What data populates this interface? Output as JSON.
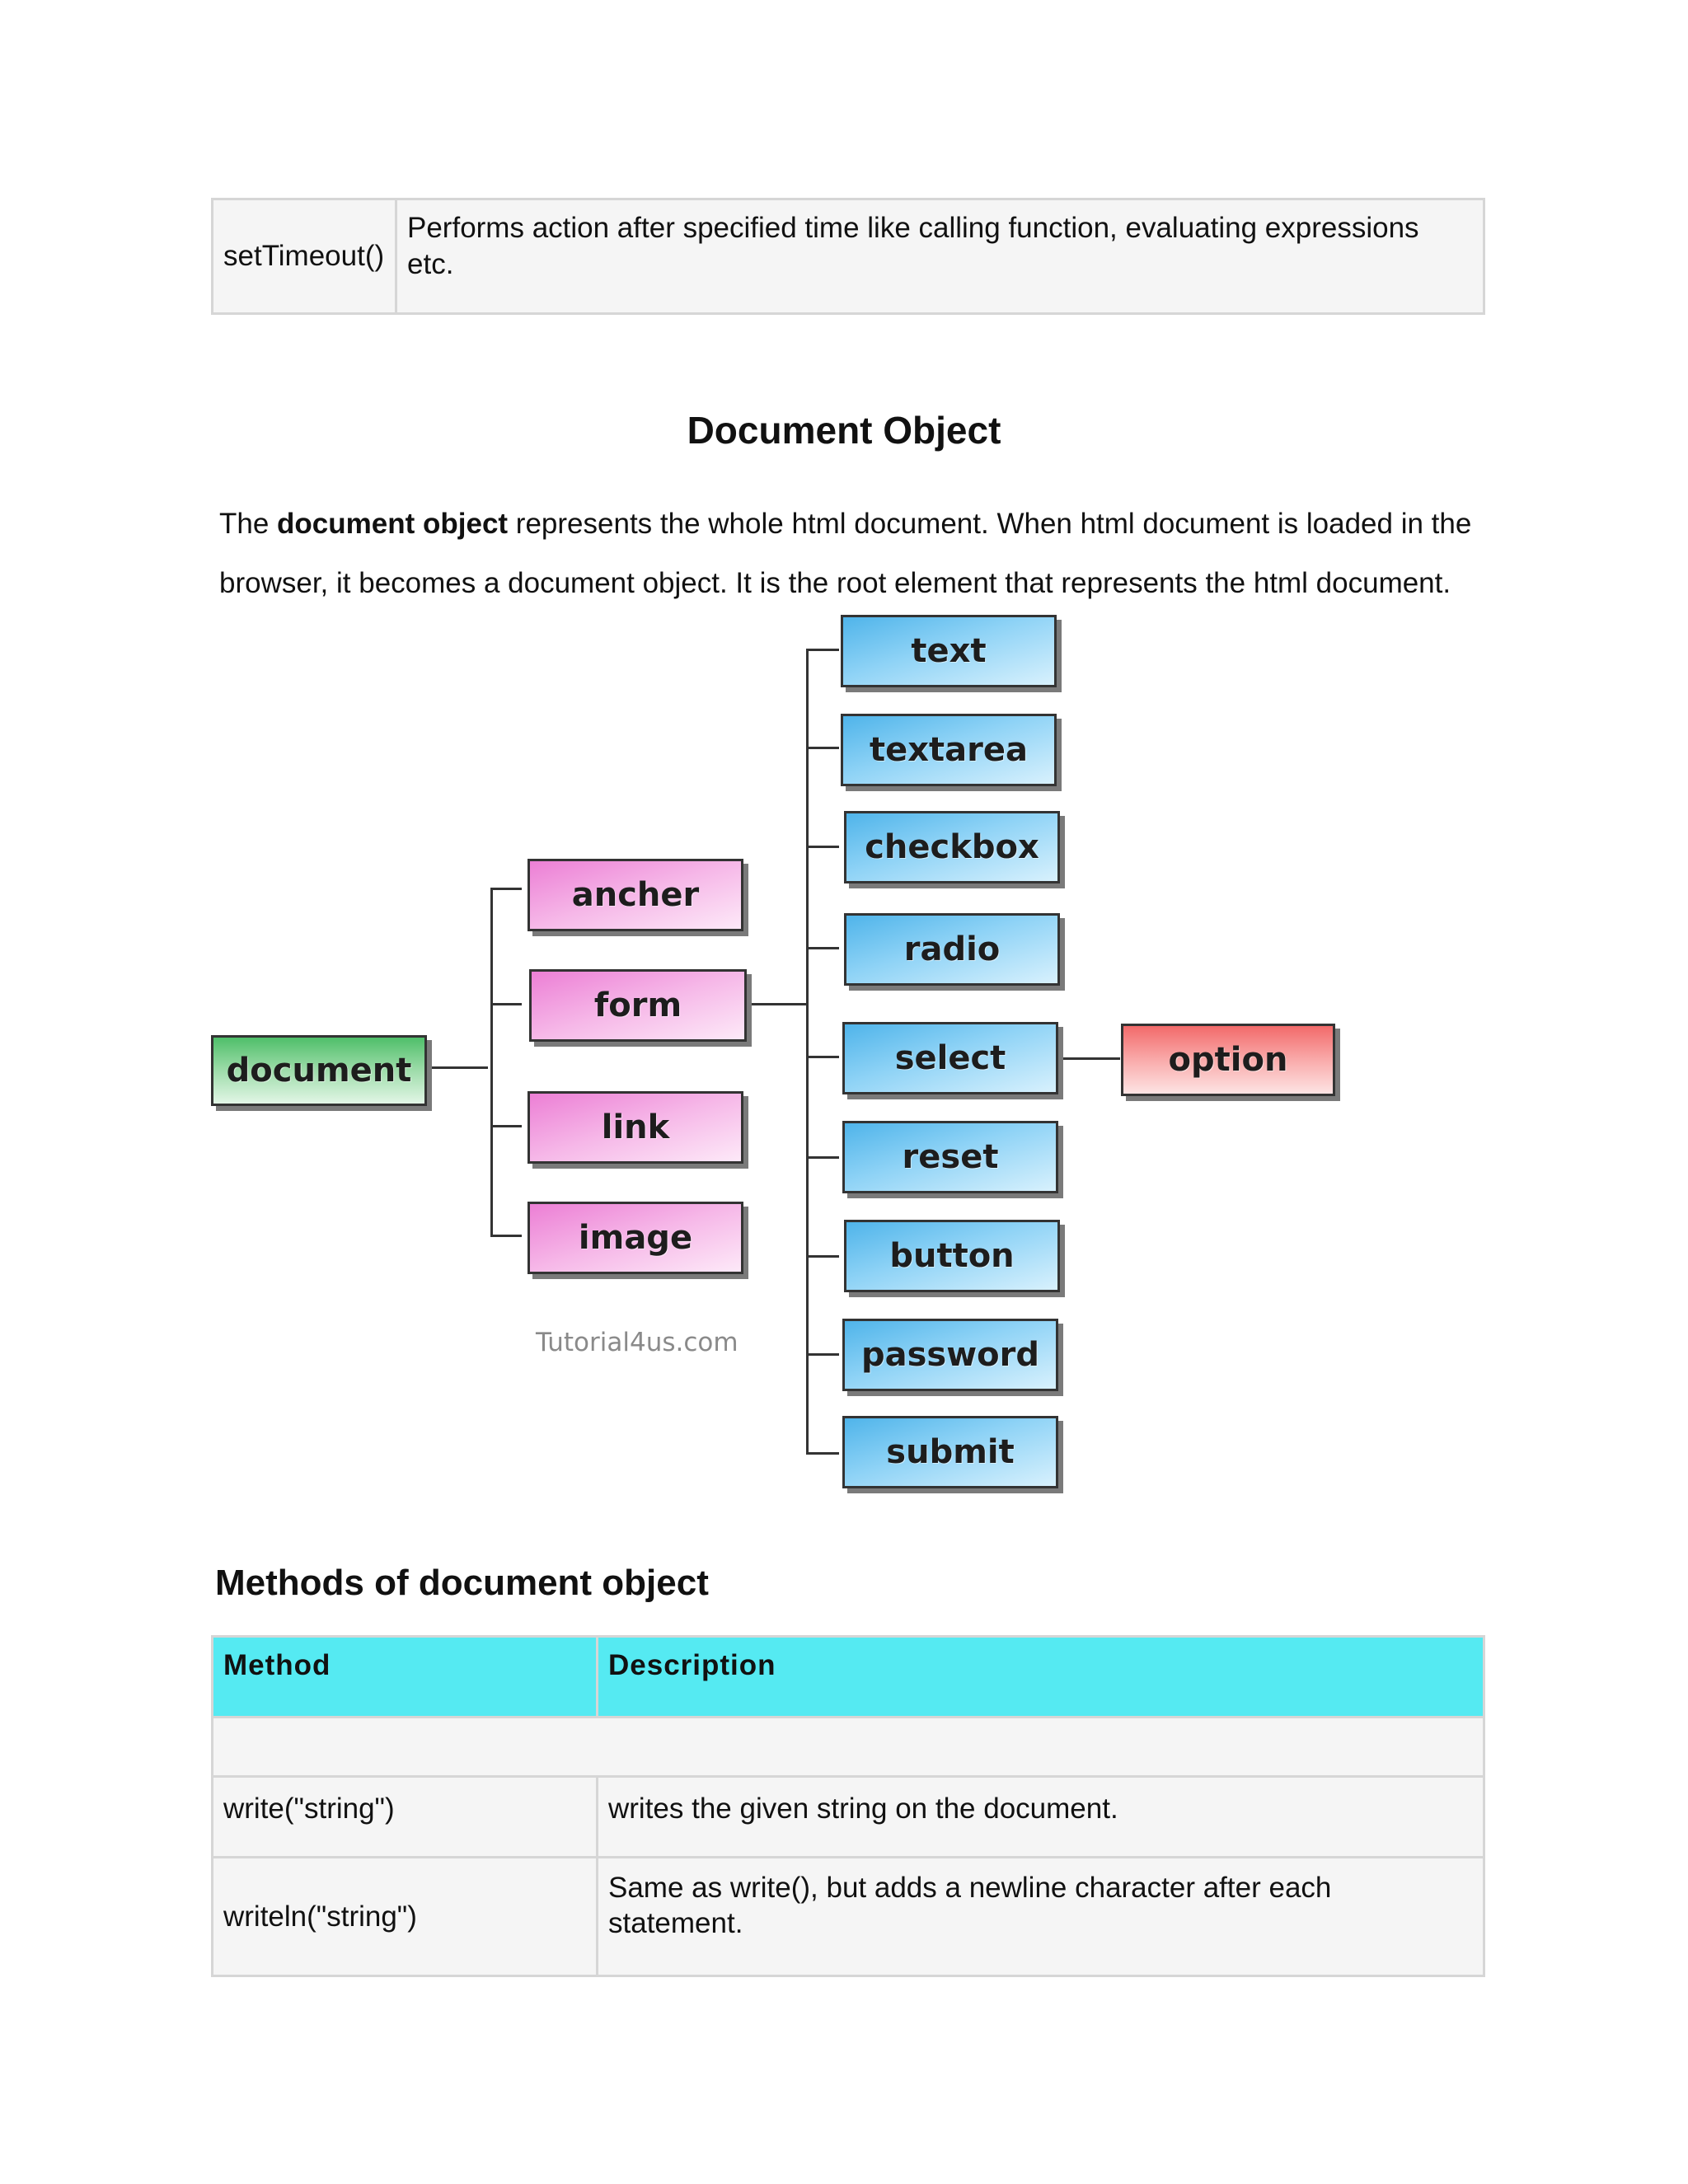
{
  "window_table": {
    "rows": [
      {
        "method": "setTimeout()",
        "description": "Performs action after specified time like calling function, evaluating expressions etc."
      }
    ]
  },
  "section": {
    "title": "Document Object",
    "para_bold": "document object",
    "para_prefix": "The ",
    "para_line1_rest": " represents the whole html document. When html document is loaded in the",
    "para_line2": "browser, it becomes a document object. It is the root element that represents the html document."
  },
  "diagram": {
    "root": "document",
    "children": [
      "ancher",
      "form",
      "link",
      "image"
    ],
    "form_elements": [
      "text",
      "textarea",
      "checkbox",
      "radio",
      "select",
      "reset",
      "button",
      "password",
      "submit"
    ],
    "select_child": "option",
    "watermark": "Tutorial4us.com"
  },
  "methods": {
    "title": "Methods of document object",
    "headers": {
      "method": "Method",
      "description": "Description"
    },
    "rows": [
      {
        "method": "",
        "description": ""
      },
      {
        "method": "write(\"string\")",
        "description": "writes the given string on the document."
      },
      {
        "method": "writeln(\"string\")",
        "description": "Same as write(), but adds a newline character after each statement."
      }
    ]
  }
}
